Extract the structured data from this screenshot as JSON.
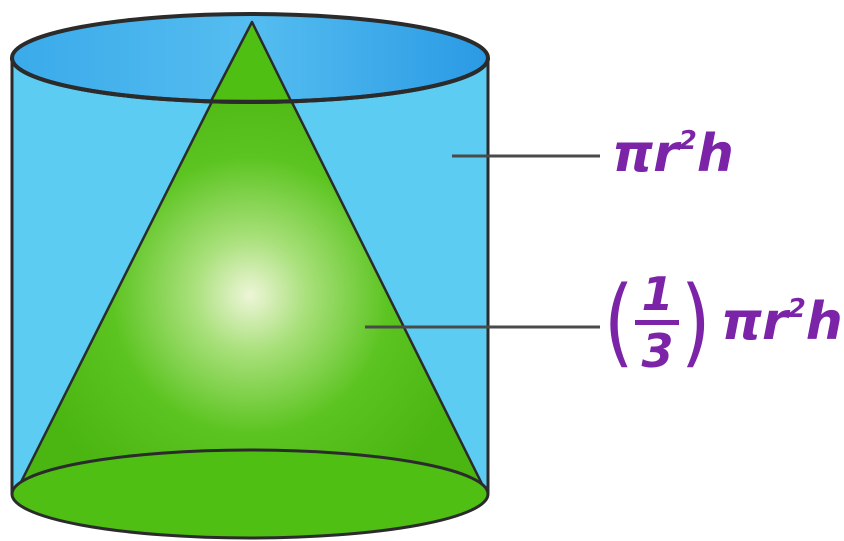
{
  "formulas": {
    "cylinder": {
      "base": "πr",
      "exp": "2",
      "tail": "h"
    },
    "cone": {
      "open_paren": "(",
      "numerator": "1",
      "denominator": "3",
      "close_paren": ")",
      "base": "πr",
      "exp": "2",
      "tail": "h"
    }
  },
  "colors": {
    "cylinder_body": "#5cccf2",
    "cylinder_top": "#2b9ee6",
    "cone_green": "#4fbf14",
    "cone_center": "#eef5d8",
    "outline": "#2b2b2b",
    "leader_line": "#4a4a4a",
    "formula": "#7b24a8"
  }
}
